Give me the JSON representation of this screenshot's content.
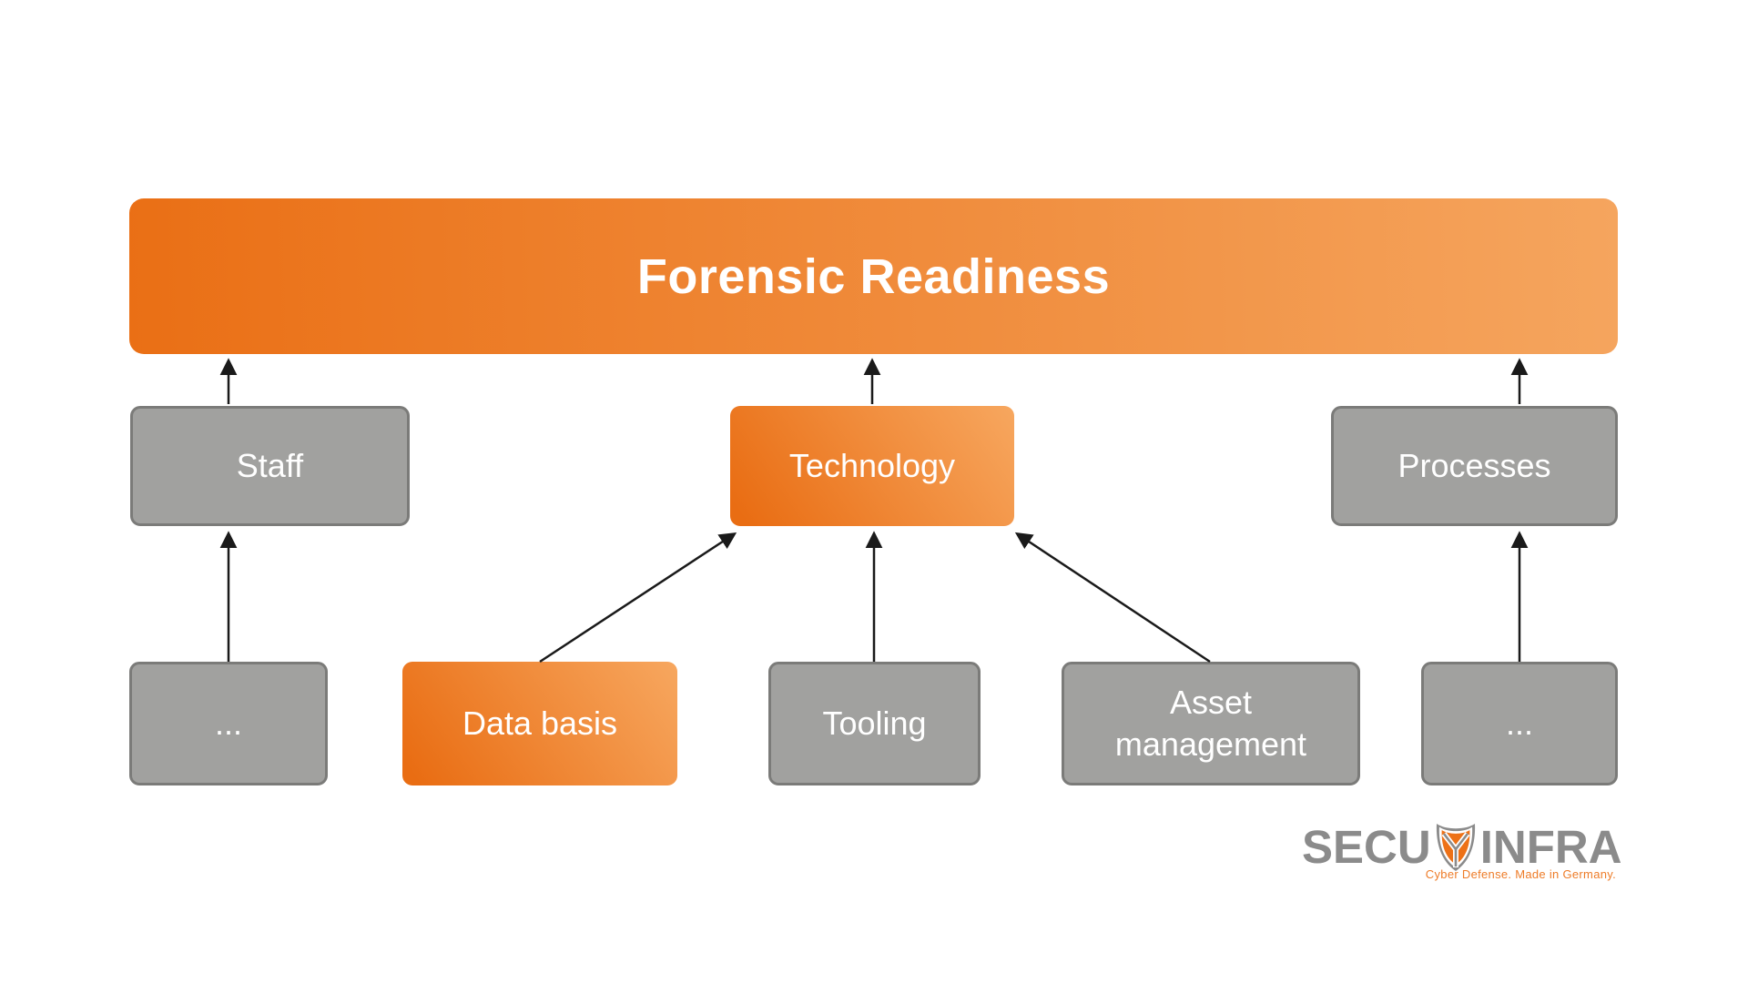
{
  "diagram": {
    "root": {
      "label": "Forensic Readiness"
    },
    "nodes": {
      "staff": {
        "label": "Staff"
      },
      "technology": {
        "label": "Technology"
      },
      "processes": {
        "label": "Processes"
      },
      "staff_more": {
        "label": "..."
      },
      "data_basis": {
        "label": "Data basis"
      },
      "tooling": {
        "label": "Tooling"
      },
      "asset_management": {
        "label": "Asset management"
      },
      "processes_more": {
        "label": "..."
      }
    },
    "colors": {
      "orange_gradient_dark": "#e96d13",
      "orange_gradient_light": "#f7a75f",
      "gray_fill": "#a1a19f",
      "gray_border": "#7b7b79",
      "label_text": "#ffffff",
      "arrow": "#1a1a1a"
    }
  },
  "logo": {
    "word_left": "SECU",
    "word_right": "INFRA",
    "tagline": "Cyber Defense. Made in Germany.",
    "text_color": "#8b8b8b",
    "shield_color": "#ed7117",
    "tagline_color": "#ee7c28"
  }
}
